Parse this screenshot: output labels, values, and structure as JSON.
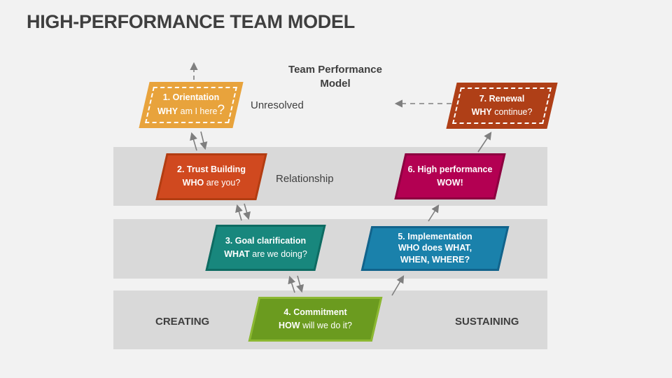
{
  "slide": {
    "title": "HIGH-PERFORMANCE TEAM MODEL",
    "model_label_line1": "Team Performance",
    "model_label_line2": "Model",
    "row_labels": {
      "unresolved": "Unresolved",
      "relationship": "Relationship",
      "creating": "CREATING",
      "sustaining": "SUSTAINING"
    }
  },
  "stages": [
    {
      "line1": "1. Orientation",
      "kw": "WHY",
      "rest": " am I here",
      "big": "?",
      "fill": "#E8A33C",
      "border": "transparent",
      "border_style": "dashed-white"
    },
    {
      "line1": "2. Trust Building",
      "kw": "WHO",
      "rest": " are you?",
      "fill": "#D0491F",
      "border": "#B23D12"
    },
    {
      "line1": "3. Goal clarification",
      "kw": "WHAT",
      "rest": " are we doing?",
      "fill": "#18877D",
      "border": "#0E6B62"
    },
    {
      "line1": "4. Commitment",
      "kw": "HOW",
      "rest": " will we do it?",
      "fill": "#6B9B1F",
      "border": "#8CB832"
    },
    {
      "line1": "5. Implementation",
      "kw": "WHO does WHAT,",
      "rest": "",
      "line3": "WHEN, WHERE?",
      "fill": "#1A81AB",
      "border": "#12638B"
    },
    {
      "line1": "6. High performance",
      "kw": "WOW!",
      "rest": "",
      "fill": "#B30052",
      "border": "#8C0040"
    },
    {
      "line1": "7. Renewal",
      "kw": "WHY",
      "rest": " continue?",
      "fill": "#AF3F17",
      "border": "transparent",
      "border_style": "dashed-white"
    }
  ],
  "colors": {
    "background": "#f2f2f2",
    "band": "#d9d9d9",
    "arrow": "#7f7f7f",
    "text": "#3f3f3f"
  }
}
